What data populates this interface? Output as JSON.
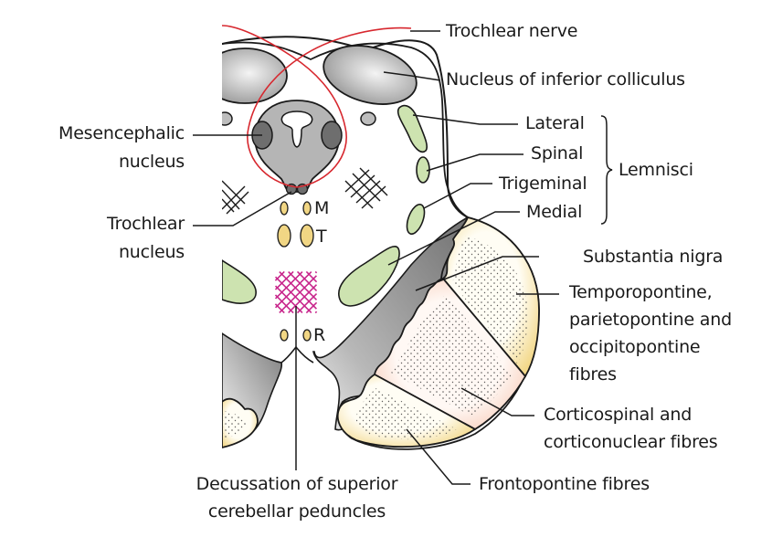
{
  "figure": {
    "subject": "Transverse section of midbrain at level of inferior colliculus",
    "colors": {
      "trochlear_nerve": "#d7282f",
      "lemniscus_fill": "#cde3b0",
      "nucleus_small_fill": "#f1d684",
      "decussation_lines": "#c8268c",
      "yellow_fibres_fill": "#f6dd95",
      "pink_fibres_fill": "#f9cdb8",
      "grey_nigra": "#8f8f8f",
      "grey_nucleus": "#b4b4b4",
      "outline": "#1a1a1a"
    }
  },
  "labels": {
    "trochlear_nerve": "Trochlear nerve",
    "nucleus_inferior_colliculus": "Nucleus of inferior colliculus",
    "mesencephalic_nucleus": [
      "Mesencephalic",
      "nucleus"
    ],
    "trochlear_nucleus": [
      "Trochlear",
      "nucleus"
    ],
    "lemnisci": {
      "group": "Lemnisci",
      "items": [
        "Lateral",
        "Spinal",
        "Trigeminal",
        "Medial"
      ]
    },
    "substantia_nigra": "Substantia nigra",
    "temporopontine": [
      "Temporopontine,",
      "parietopontine and",
      "occipitopontine",
      "fibres"
    ],
    "corticospinal": [
      "Corticospinal and",
      "corticonuclear fibres"
    ],
    "frontopontine": "Frontopontine fibres",
    "decussation": [
      "Decussation of superior",
      "cerebellar peduncles"
    ]
  },
  "letter_markers": {
    "m": "M",
    "t": "T",
    "r": "R"
  }
}
